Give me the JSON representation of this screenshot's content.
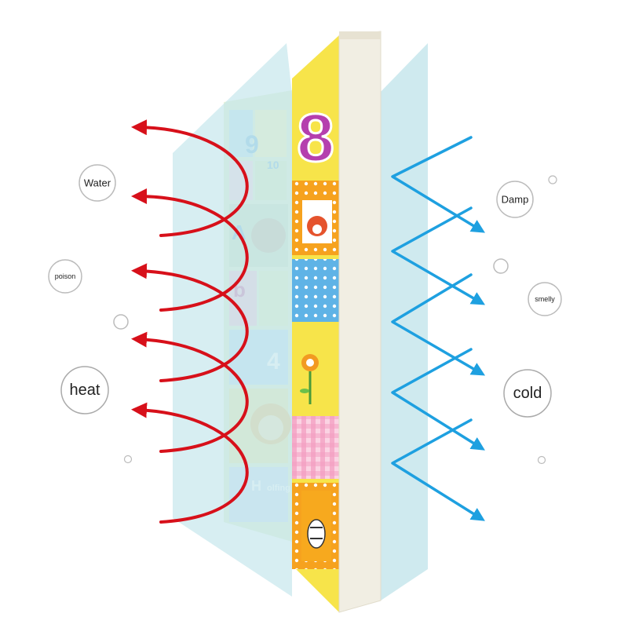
{
  "labels": {
    "water": "Water",
    "poison": "poison",
    "heat": "heat",
    "damp": "Damp",
    "smelly": "smelly",
    "cold": "cold"
  },
  "mat_prints": {
    "big_number": "8",
    "number_nine": "9",
    "number_ten": "10",
    "number_four": "4",
    "letter_a": "A",
    "letter_b": "b",
    "letter_h": "H",
    "word_ing": "olfing"
  },
  "colors": {
    "heat_arrow": "#d7101a",
    "cold_arrow": "#1ea0e0",
    "glass": "#bfe3ea",
    "foam": "#f1eee3",
    "mat_yellow": "#f7e44a",
    "mat_orange": "#f6a21e"
  },
  "icons": {
    "heat_arrows": "red-curved-arrow",
    "cold_arrows": "blue-zigzag-arrow"
  }
}
